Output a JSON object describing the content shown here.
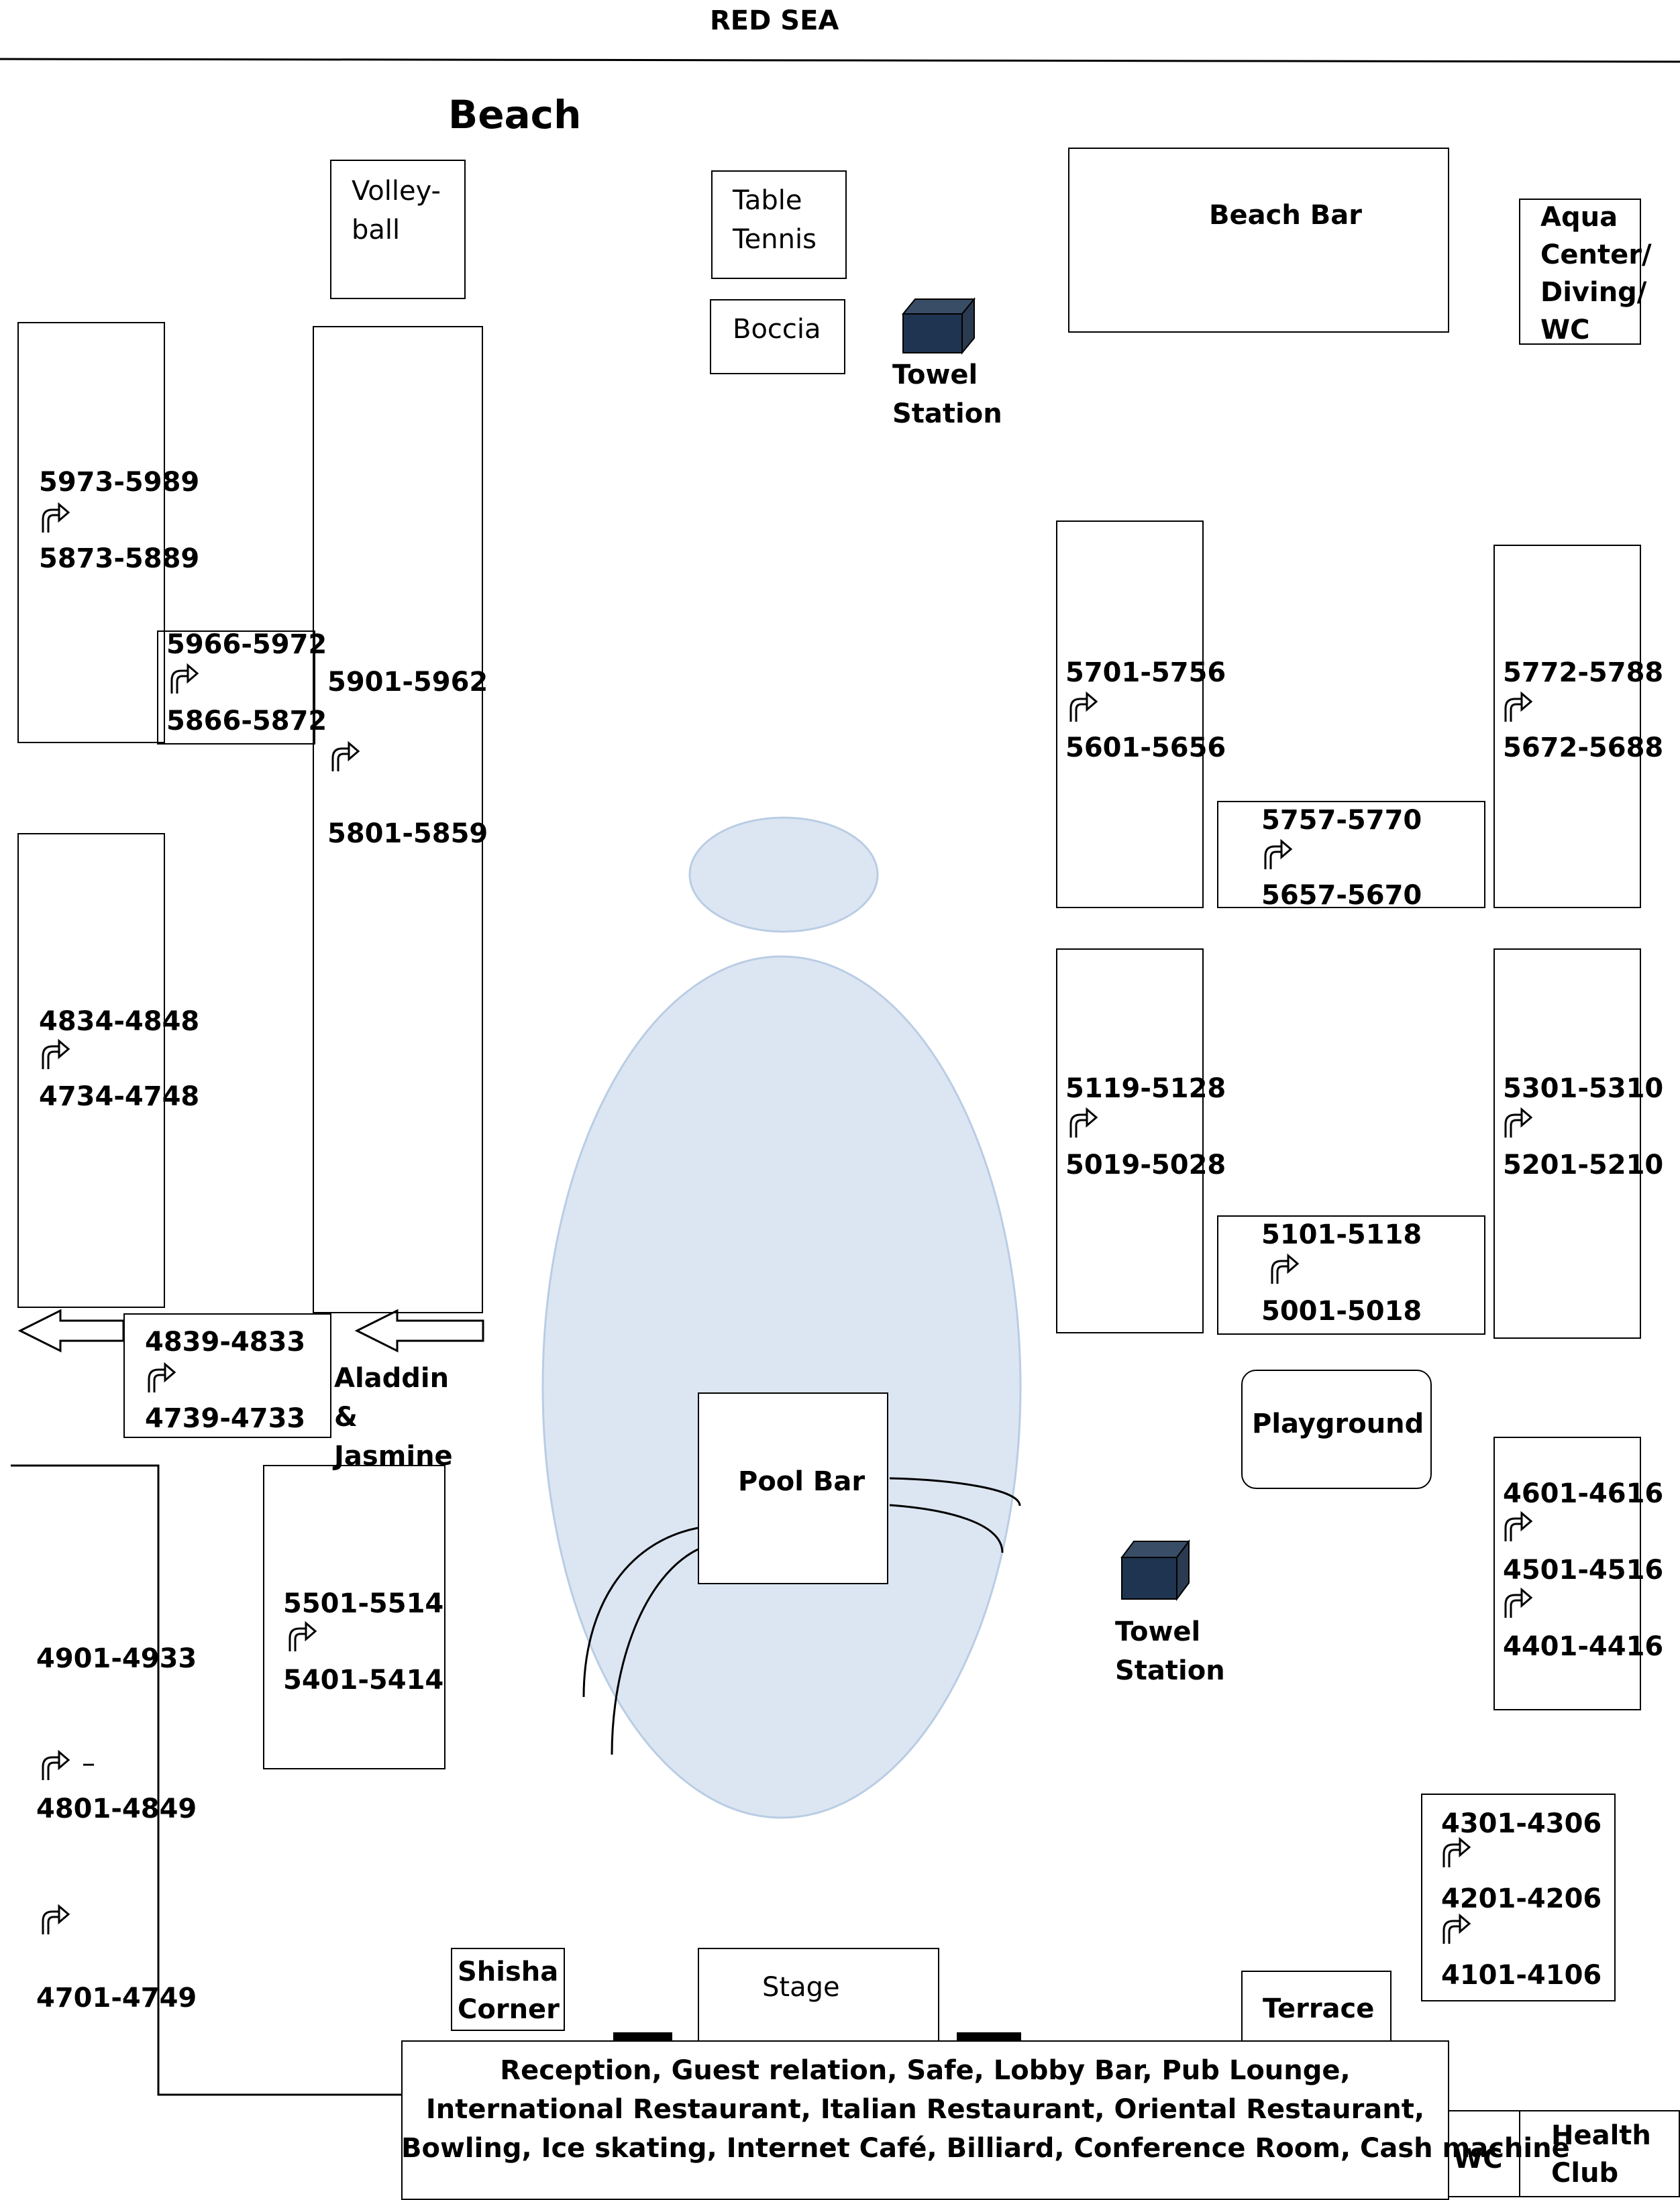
{
  "header": {
    "sea": "RED SEA",
    "beach": "Beach"
  },
  "facilities": {
    "volleyball": "Volley- ball",
    "table_tennis": "Table Tennis",
    "boccia": "Boccia",
    "beach_bar": "Beach Bar",
    "aqua_center": "Aqua Center/ Diving/ WC",
    "towel_station_top": "Towel Station",
    "towel_station_bottom": "Towel Station",
    "pool_bar": "Pool Bar",
    "playground": "Playground",
    "aladdin": "Aladdin & Jasmine",
    "shisha": "Shisha Corner",
    "stage": "Stage",
    "terrace": "Terrace",
    "wc": "WC",
    "health_club": "Health Club",
    "main_building": {
      "line1": "Reception, Guest relation, Safe, Lobby Bar, Pub Lounge,",
      "line2": "International Restaurant, Italian Restaurant, Oriental Restaurant,",
      "line3": "Bowling, Ice skating, Internet Café, Billiard, Conference Room, Cash machine"
    }
  },
  "rooms": {
    "r5973": "5973-5989",
    "r5873": "5873-5889",
    "r5966": "5966-5972",
    "r5866": "5866-5872",
    "r5901": "5901-5962",
    "r5801": "5801-5859",
    "r4834": "4834-4848",
    "r4734": "4734-4748",
    "r4839": "4839-4833",
    "r4739": "4739-4733",
    "r5701": "5701-5756",
    "r5601": "5601-5656",
    "r5772": "5772-5788",
    "r5672": "5672-5688",
    "r5757": "5757-5770",
    "r5657": "5657-5670",
    "r5119": "5119-5128",
    "r5019": "5019-5028",
    "r5301": "5301-5310",
    "r5201": "5201-5210",
    "r5101": "5101-5118",
    "r5001": "5001-5018",
    "r5501": "5501-5514",
    "r5401": "5401-5414",
    "r4901": "4901-4933",
    "r4801": "4801-4849",
    "r4701": "4701-4749",
    "r4601": "4601-4616",
    "r4501": "4501-4516",
    "r4401": "4401-4416",
    "r4301": "4301-4306",
    "r4201": "4201-4206",
    "r4101": "4101-4106",
    "dash": "–"
  },
  "colors": {
    "pool": "#dce6f2",
    "pool_edge": "#b9cde4",
    "towel_box": "#1f3450"
  }
}
